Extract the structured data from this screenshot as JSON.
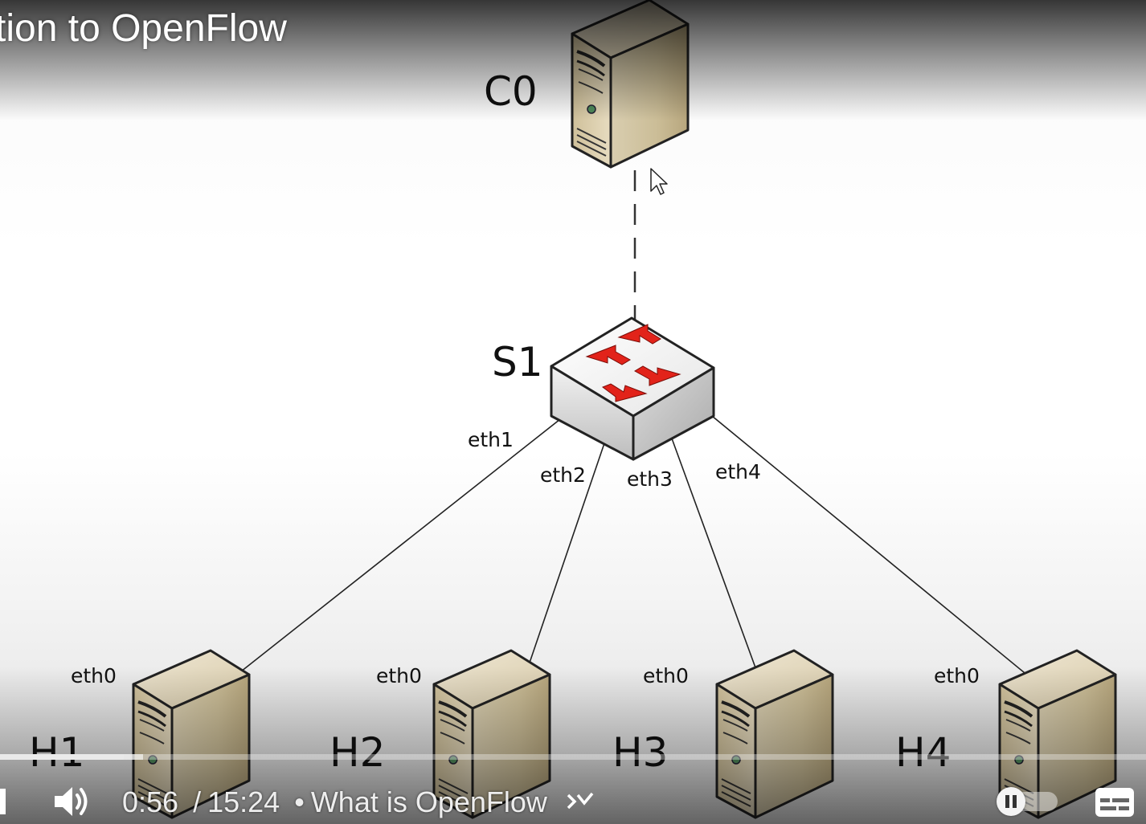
{
  "video": {
    "title": "tion to OpenFlow"
  },
  "diagram": {
    "controller": {
      "label": "C0"
    },
    "switch": {
      "label": "S1"
    },
    "switch_ports": [
      "eth1",
      "eth2",
      "eth3",
      "eth4"
    ],
    "hosts": [
      {
        "label": "H1",
        "port": "eth0"
      },
      {
        "label": "H2",
        "port": "eth0"
      },
      {
        "label": "H3",
        "port": "eth0"
      },
      {
        "label": "H4",
        "port": "eth0"
      }
    ]
  },
  "player": {
    "current_time": "0:56",
    "separator": "/",
    "duration": "15:24",
    "chapter_bullet": "•",
    "chapter": "What is OpenFlow",
    "progress": 0.108,
    "buffered": 0.125,
    "autoplay": true,
    "icons": [
      "next-icon",
      "volume-icon",
      "chevron-right-icon",
      "pause-icon",
      "subtitles-icon"
    ],
    "colors": {
      "progress": "#eaeaea",
      "overlay_text": "#ffffff"
    }
  }
}
